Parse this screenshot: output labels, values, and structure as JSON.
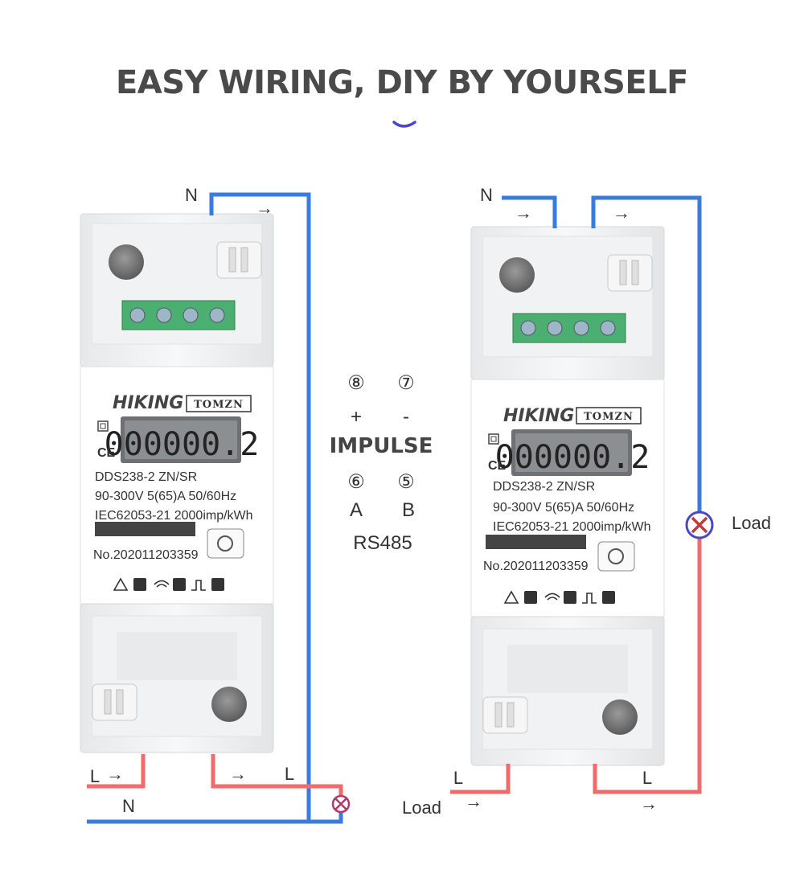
{
  "title": "EASY WIRING, DIY BY YOURSELF",
  "colors": {
    "live": "#f26b6b",
    "neutral": "#3a7be0",
    "accent": "#4a46c8",
    "terminal": "#4caf72"
  },
  "meter": {
    "brand": "HIKING",
    "sub_brand": "TOMZN",
    "display": "000000.2",
    "model": "DDS238-2 ZN/SR",
    "spec_voltage": "90-300V  5(65)A  50/60Hz",
    "spec_standard": "IEC62053-21  2000imp/kWh",
    "serial": "No.202011203359",
    "ce": "CE"
  },
  "terminals": {
    "pin8": "⑧",
    "pin7": "⑦",
    "plus": "+",
    "minus": "-",
    "impulse": "IMPULSE",
    "pin6": "⑥",
    "pin5": "⑤",
    "a": "A",
    "b": "B",
    "rs485": "RS485"
  },
  "left_diagram": {
    "n_top": "N",
    "l_in": "L",
    "l_out": "L",
    "n_bottom": "N"
  },
  "right_diagram": {
    "n_top": "N",
    "load_side": "Load",
    "l_in": "L",
    "l_out": "L",
    "load_bottom": "Load"
  },
  "arrow": "→"
}
